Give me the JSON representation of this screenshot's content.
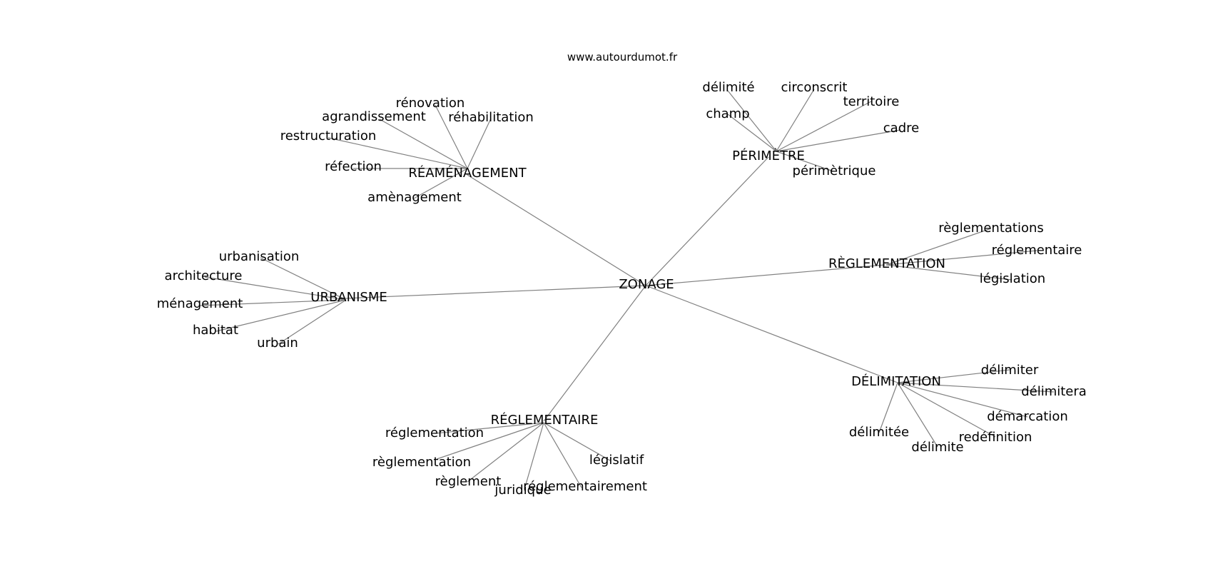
{
  "site": "www.autourdumot.fr",
  "center": "ZONAGE",
  "groups": [
    {
      "name": "RÉAMÉNAGEMENT",
      "words": [
        "rénovation",
        "agrandissement",
        "réhabilitation",
        "restructuration",
        "réfection",
        "amènagement"
      ]
    },
    {
      "name": "PÉRIMÈTRE",
      "words": [
        "délimité",
        "circonscrit",
        "territoire",
        "champ",
        "cadre",
        "périmètrique"
      ]
    },
    {
      "name": "RÈGLEMENTATION",
      "words": [
        "règlementations",
        "réglementaire",
        "législation"
      ]
    },
    {
      "name": "URBANISME",
      "words": [
        "urbanisation",
        "architecture",
        "ménagement",
        "habitat",
        "urbain"
      ]
    },
    {
      "name": "DÉLIMITATION",
      "words": [
        "délimiter",
        "délimitera",
        "démarcation",
        "redéfinition",
        "délimite",
        "délimitée"
      ]
    },
    {
      "name": "RÉGLEMENTAIRE",
      "words": [
        "réglementation",
        "règlementation",
        "règlement",
        "juridique",
        "réglementairement",
        "législatif"
      ]
    }
  ]
}
